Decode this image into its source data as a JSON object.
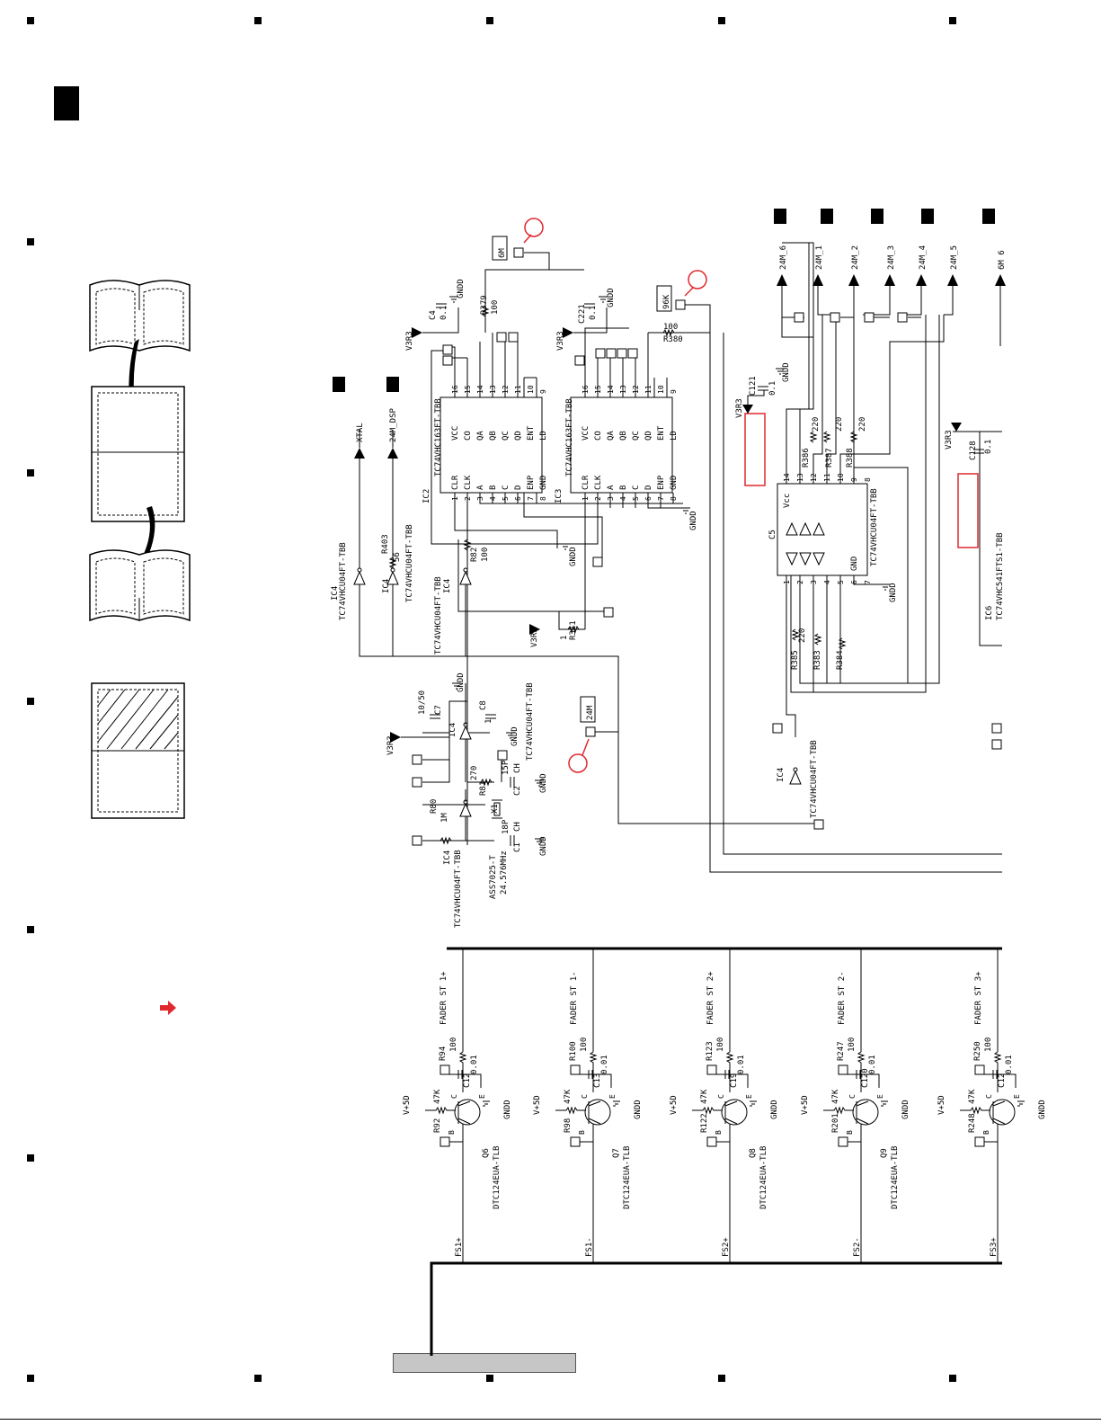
{
  "sheet": {
    "page_numbers": [],
    "title": ""
  },
  "guide_icons": [
    "book-open-icon",
    "folded-sheet-icon",
    "book-open-icon",
    "hatched-sheet-icon"
  ],
  "marker_icon": "red-arrow-icon",
  "colors": {
    "highlight": "#e0282d",
    "line": "#000000",
    "footer": "#c6c6c6"
  },
  "tags": {
    "m6": "6M",
    "k96": "96K",
    "m24": "24M",
    "xtal": "XTAL",
    "dsp": "24M_DSP"
  },
  "outputs": [
    "24M_6",
    "24M_1",
    "24M_2",
    "24M_3",
    "24M_4",
    "24M_5",
    "6M 6"
  ],
  "ics": {
    "ic2": {
      "ref": "IC2",
      "part": "TC74VHC163FT-TBB",
      "pins_top": [
        "VCC",
        "CO",
        "QA",
        "QB",
        "QC",
        "QD",
        "ENT",
        "LD"
      ],
      "pins_top_num": [
        "16",
        "15",
        "14",
        "13",
        "12",
        "11",
        "10",
        "9"
      ],
      "pins_bot": [
        "CLR",
        "CLK",
        "A",
        "B",
        "C",
        "D",
        "ENP",
        "GND"
      ],
      "pins_bot_num": [
        "1",
        "2",
        "3",
        "4",
        "5",
        "6",
        "7",
        "8"
      ]
    },
    "ic3": {
      "ref": "IC3",
      "part": "TC74VHC163FT-TBB",
      "pins_top": [
        "VCC",
        "CO",
        "QA",
        "QB",
        "QC",
        "QD",
        "ENT",
        "LD"
      ],
      "pins_top_num": [
        "16",
        "15",
        "14",
        "13",
        "12",
        "11",
        "10",
        "9"
      ],
      "pins_bot": [
        "CLR",
        "CLK",
        "A",
        "B",
        "C",
        "D",
        "ENP",
        "GND"
      ],
      "pins_bot_num": [
        "1",
        "2",
        "3",
        "4",
        "5",
        "6",
        "7",
        "8"
      ]
    },
    "c5": {
      "ref": "C5",
      "part": "TC74VHCU04FT-TBB",
      "vcc": "Vcc",
      "gnd": "GND",
      "pins_top_num": [
        "14",
        "13",
        "12",
        "11",
        "10",
        "9",
        "8"
      ],
      "pins_bot_num": [
        "1",
        "2",
        "3",
        "4",
        "5",
        "6",
        "7"
      ]
    },
    "ic6": {
      "ref": "IC6",
      "part": "TC74VHC541FTS1-TBB"
    }
  },
  "inverters": [
    {
      "ref": "IC4",
      "part": "TC74VHCU04FT-TBB",
      "pins": [
        "13",
        "14",
        "12"
      ]
    },
    {
      "ref": "IC4",
      "part": "TC74VHCU04FT-TBB",
      "pins": [
        "9",
        "8",
        "7"
      ]
    },
    {
      "ref": "IC4",
      "part": "TC74VHCU04FT-TBB",
      "pins": [
        "5",
        "14",
        "6"
      ]
    },
    {
      "ref": "IC4",
      "part": "TC74VHCU04FT-TBB",
      "pins": [
        "3",
        "14",
        "4"
      ]
    },
    {
      "ref": "IC4",
      "part": "TC74VHCU04FT-TBB",
      "pins": [
        "1",
        "14",
        "2"
      ]
    },
    {
      "ref": "IC4",
      "part": "TC74VHCU04FT-TBB",
      "pins": [
        "11",
        "14",
        "10"
      ]
    }
  ],
  "passives": {
    "r403": [
      "R403",
      "56"
    ],
    "r82": [
      "R82",
      "100"
    ],
    "r311": [
      "R311",
      "1"
    ],
    "c4": [
      "C4",
      "0.1"
    ],
    "r379": [
      "R379",
      "100"
    ],
    "c221": [
      "C221",
      "0.1"
    ],
    "r380": [
      "R380",
      "100"
    ],
    "c7": [
      "C7",
      "10/50"
    ],
    "c8": [
      "C8",
      "1"
    ],
    "r81": [
      "R81",
      "270"
    ],
    "c2": [
      "C2",
      "15P",
      "CH"
    ],
    "r80": [
      "R80",
      "1M"
    ],
    "c1": [
      "C1",
      "18P",
      "CH"
    ],
    "x1": [
      "X1",
      "ASS7025-T",
      "24.576MHz"
    ],
    "c121": [
      "C121",
      "0.1"
    ],
    "r386": [
      "R386",
      "220"
    ],
    "r387": [
      "R387",
      "220"
    ],
    "r388": [
      "R388",
      "220"
    ],
    "r385": [
      "R385",
      "220"
    ],
    "r383": [
      "R383",
      ""
    ],
    "r384": [
      "R384",
      ""
    ],
    "c128": [
      "C128",
      "0.1"
    ]
  },
  "nets": {
    "v3r3": "V3R3",
    "gndd": "GNDD",
    "v5d": "V+5D"
  },
  "faders": [
    {
      "net": "FADER ST 1+",
      "r_top": [
        "R94",
        "100"
      ],
      "cap": [
        "C12",
        "0.01"
      ],
      "r_bias": [
        "R92",
        "47K"
      ],
      "q": [
        "Q6",
        "DTC124EUA-TLB"
      ],
      "fs": "FS1+"
    },
    {
      "net": "FADER ST 1-",
      "r_top": [
        "R100",
        "100"
      ],
      "cap": [
        "C13",
        "0.01"
      ],
      "r_bias": [
        "R98",
        "47K"
      ],
      "q": [
        "Q7",
        "DTC124EUA-TLB"
      ],
      "fs": "FS1-"
    },
    {
      "net": "FADER ST 2+",
      "r_top": [
        "R123",
        "100"
      ],
      "cap": [
        "C19",
        "0.01"
      ],
      "r_bias": [
        "R122",
        "47K"
      ],
      "q": [
        "Q8",
        "DTC124EUA-TLB"
      ],
      "fs": "FS2+"
    },
    {
      "net": "FADER ST 2-",
      "r_top": [
        "R247",
        "100"
      ],
      "cap": [
        "C120",
        "0.01"
      ],
      "r_bias": [
        "R201",
        "47K"
      ],
      "q": [
        "Q9",
        "DTC124EUA-TLB"
      ],
      "fs": "FS2-"
    },
    {
      "net": "FADER ST 3+",
      "r_top": [
        "R250",
        "100"
      ],
      "cap": [
        "C12",
        "0.01"
      ],
      "r_bias": [
        "R248",
        "47K"
      ],
      "q": [
        "",
        ""
      ],
      "fs": "FS3+"
    }
  ],
  "pin_letters": [
    "C",
    "B",
    "E"
  ]
}
